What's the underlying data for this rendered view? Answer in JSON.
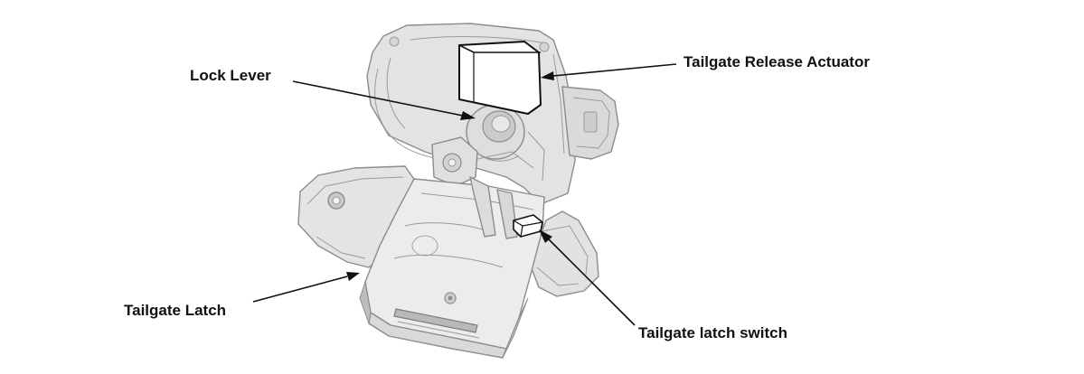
{
  "labels": {
    "lock_lever": "Lock Lever",
    "tailgate_release_actuator": "Tailgate Release Actuator",
    "tailgate_latch": "Tailgate Latch",
    "tailgate_latch_switch": "Tailgate latch switch"
  },
  "colors": {
    "part_fill": "#e4e4e4",
    "part_shade": "#cfcfcf",
    "part_light": "#efefef",
    "highlight_fill": "#ffffff",
    "highlight_outline": "#111111",
    "ink": "#111111"
  }
}
